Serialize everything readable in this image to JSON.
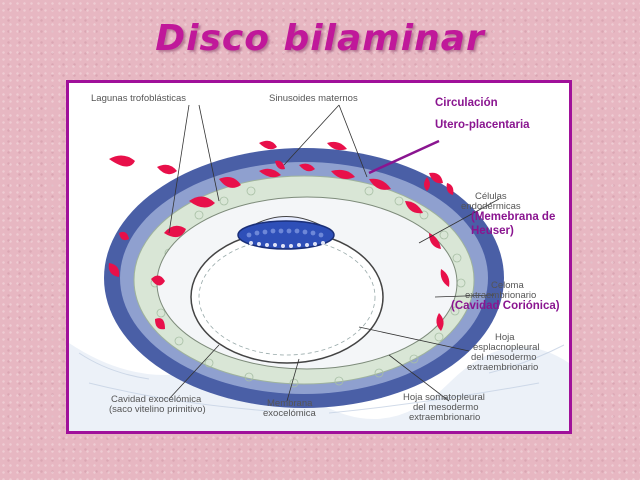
{
  "slide": {
    "title": "Disco bilaminar"
  },
  "diagram": {
    "labels": {
      "lagunas": "Lagunas trofoblásticas",
      "sinusoides": "Sinusoides maternos",
      "celulas_1": "Células",
      "celulas_2": "endodérmicas",
      "celoma_1": "Celoma",
      "celoma_2": "extraembrionario",
      "hoja_espl_1": "Hoja",
      "hoja_espl_2": "esplacnopleural",
      "hoja_espl_3": "del mesodermo",
      "hoja_espl_4": "extraembrionario",
      "hoja_soma_1": "Hoja somatopleural",
      "hoja_soma_2": "del mesodermo",
      "hoja_soma_3": "extraembrionario",
      "membrana_1": "Membrana",
      "membrana_2": "exocelómica",
      "cavidad_1": "Cavidad exocelómica",
      "cavidad_2": "(saco vitelino primitivo)"
    },
    "annotations": {
      "circulacion_1": "Circulación",
      "circulacion_2": "Utero-placentaria",
      "heuser_1": "(Memebrana de",
      "heuser_2": "Heuser)",
      "corionica": "(Cavidad Coriónica)"
    },
    "colors": {
      "title": "#c0189a",
      "frame": "#a0109a",
      "trophoblast": "#4a5fa6",
      "lacunae": "#e8104a",
      "mesoderm": "#d9e6d6",
      "disc": "#2e4fb8"
    }
  }
}
